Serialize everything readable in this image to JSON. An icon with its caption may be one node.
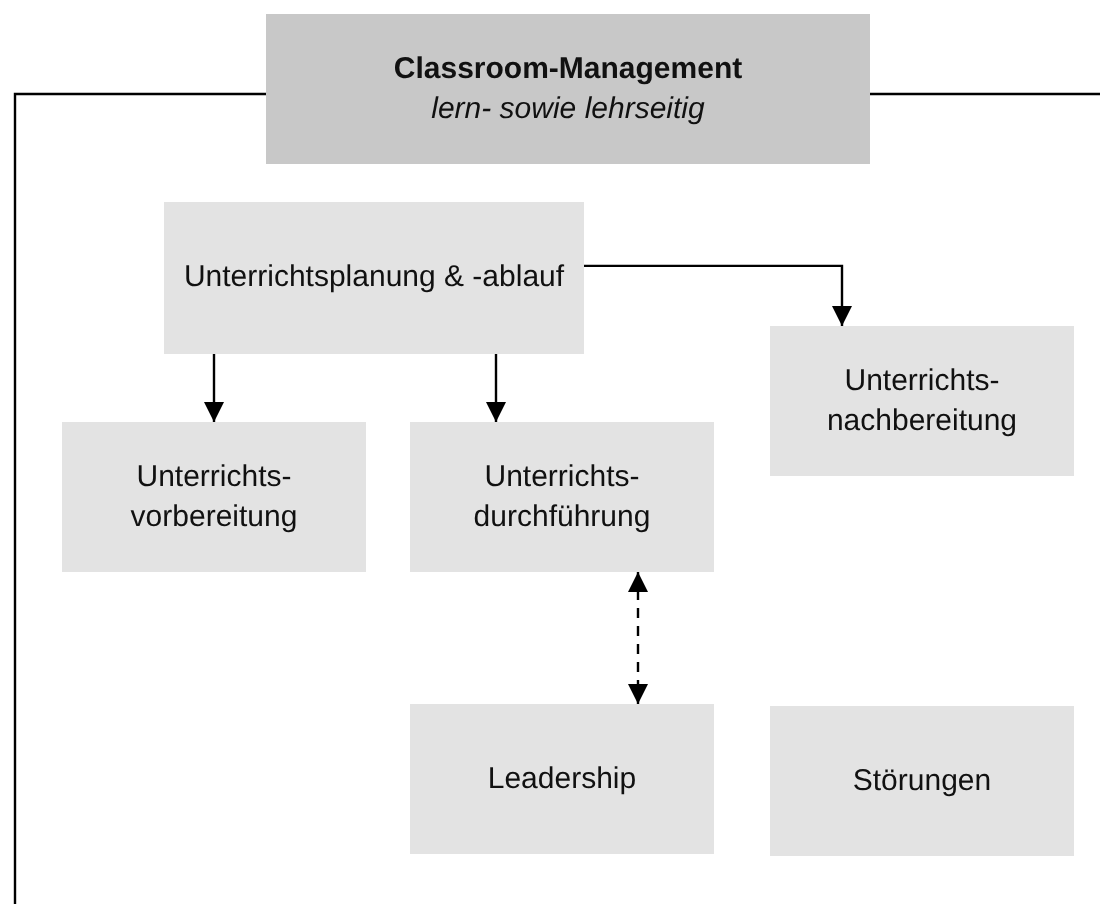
{
  "diagram": {
    "nodes": [
      {
        "text": [
          "Classroom-Management",
          "lern- sowie lehrseitig"
        ]
      },
      {
        "text": [
          "Unterrichtsplanung & -ablauf"
        ]
      },
      {
        "text": [
          "Unterrichts- nachbereitung"
        ]
      },
      {
        "text": [
          "Unterrichts- vorbereitung"
        ]
      },
      {
        "text": [
          "Unterrichts- durchführung"
        ]
      },
      {
        "text": [
          "Leadership"
        ]
      },
      {
        "text": [
          "Störungen"
        ]
      }
    ],
    "edges": [
      {
        "from": 1,
        "to": 3,
        "arrow": "to"
      },
      {
        "from": 1,
        "to": 4,
        "arrow": "to"
      },
      {
        "from": 1,
        "to": 2,
        "arrow": "to"
      },
      {
        "from": 4,
        "to": 5,
        "arrow": "both",
        "style": "dashed"
      }
    ]
  }
}
